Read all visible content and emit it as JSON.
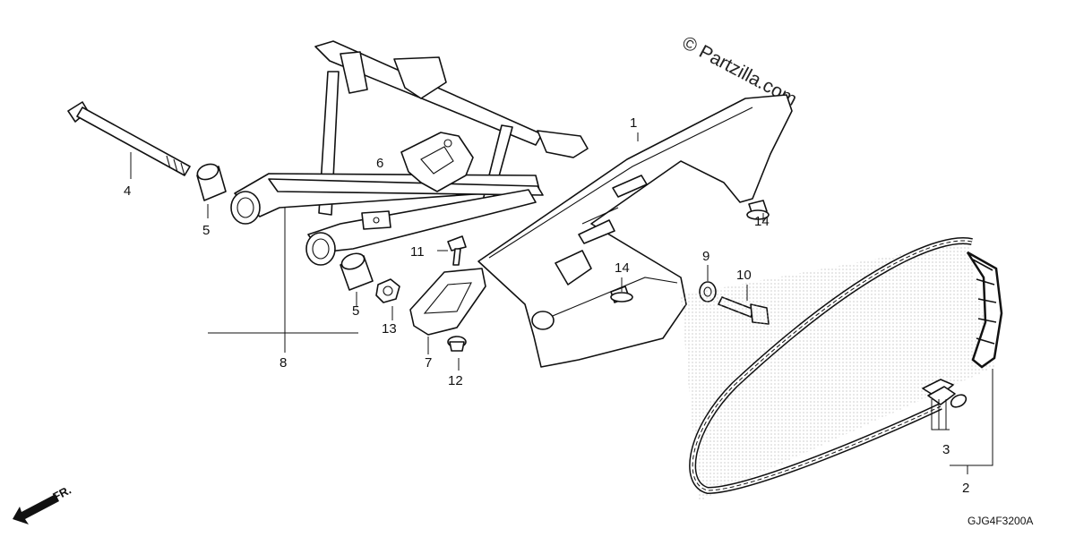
{
  "watermark": "© Partzilla.com",
  "diagram_code": "GJG4F3200A",
  "front_marker": "FR.",
  "callouts": {
    "c1": "1",
    "c2": "2",
    "c3": "3",
    "c4": "4",
    "c5a": "5",
    "c5b": "5",
    "c6": "6",
    "c7": "7",
    "c8": "8",
    "c9": "9",
    "c10": "10",
    "c11": "11",
    "c12": "12",
    "c13": "13",
    "c14a": "14",
    "c14b": "14"
  }
}
